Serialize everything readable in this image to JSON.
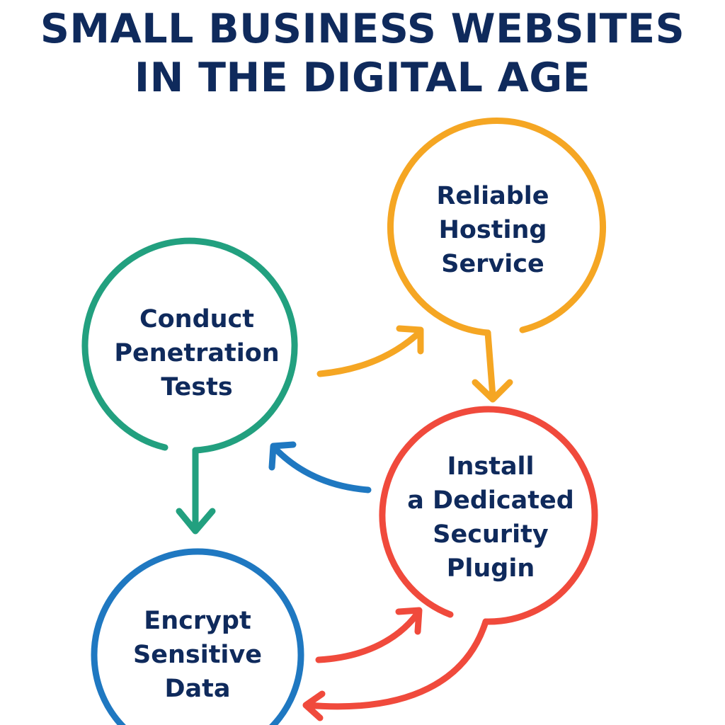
{
  "title": {
    "line1": "SMALL BUSINESS WEBSITES",
    "line2": "IN THE DIGITAL AGE"
  },
  "nodes": [
    {
      "id": "conduct-penetration-tests",
      "lines": [
        "Conduct",
        "Penetration",
        "Tests"
      ],
      "color": "#22a07f"
    },
    {
      "id": "reliable-hosting-service",
      "lines": [
        "Reliable",
        "Hosting",
        "Service"
      ],
      "color": "#f5a623"
    },
    {
      "id": "install-security-plugin",
      "lines": [
        "Install",
        "a Dedicated",
        "Security",
        "Plugin"
      ],
      "color": "#f04a3c"
    },
    {
      "id": "encrypt-sensitive-data",
      "lines": [
        "Encrypt",
        "Sensitive",
        "Data"
      ],
      "color": "#1f78c1"
    }
  ],
  "colors": {
    "title": "#0f2a5c",
    "label": "#0f2a5c"
  }
}
